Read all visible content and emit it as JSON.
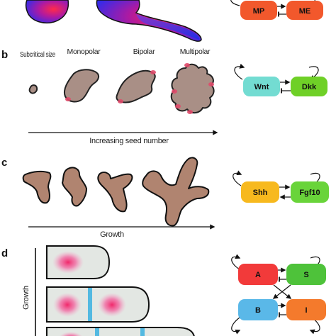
{
  "panels": {
    "a": {
      "nodes": [
        "MP",
        "ME"
      ]
    },
    "b": {
      "letter": "b",
      "stages": [
        "Subcritical size",
        "Monopolar",
        "Bipolar",
        "Multipolar"
      ],
      "axis_label": "Increasing seed number",
      "nodes": [
        "Wnt",
        "Dkk"
      ]
    },
    "c": {
      "letter": "c",
      "axis_label": "Growth",
      "nodes": [
        "Shh",
        "Fgf10"
      ]
    },
    "d": {
      "letter": "d",
      "axis_label": "Growth",
      "nodes": [
        "A",
        "S",
        "B",
        "I"
      ]
    }
  },
  "colors": {
    "mp": "#f2582c",
    "me": "#f2582c",
    "wnt": "#73dcd2",
    "dkk": "#6fd027",
    "shh": "#f7b91e",
    "fgf10": "#69d43a",
    "a": "#f23a3a",
    "s": "#4ec23a",
    "b": "#5ab8e8",
    "i": "#f47a2c",
    "tissue": "#a98f86",
    "digit": "#b08470",
    "hotspot": "#e8306c",
    "stripe": "#3ab0e0"
  }
}
